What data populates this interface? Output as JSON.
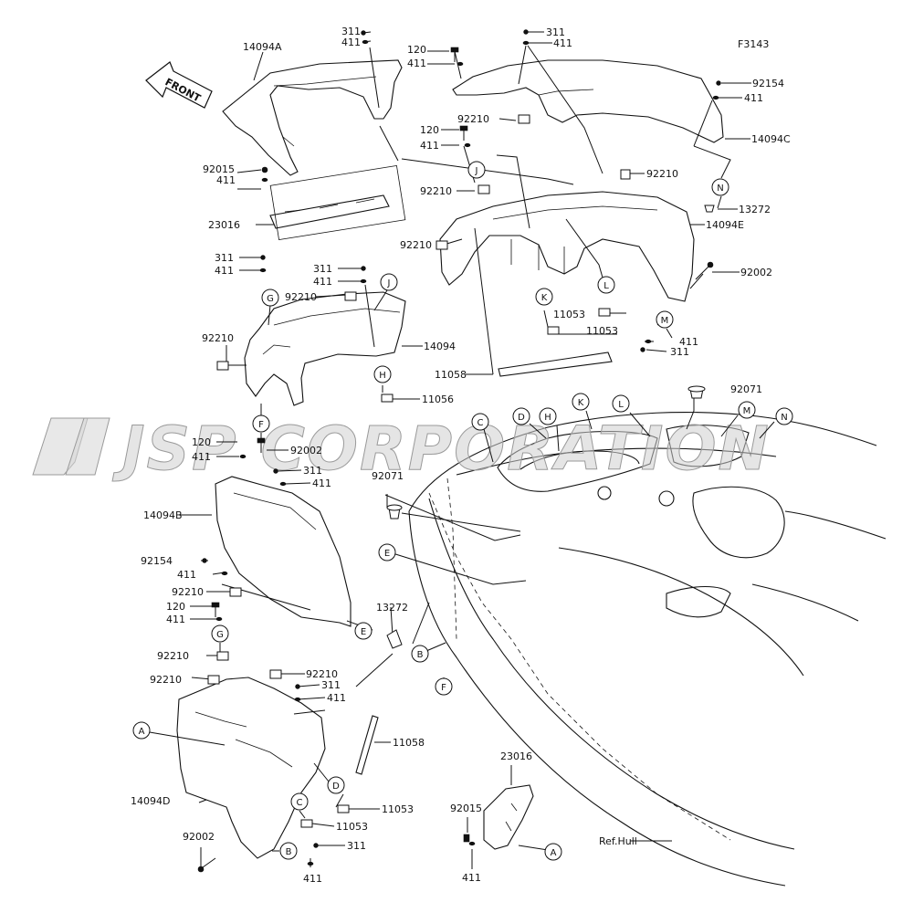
{
  "figure_code": "F3143",
  "front_label": "FRONT",
  "watermark": "JSP CORPORATION",
  "ref_label": "Ref.Hull",
  "part_labels": [
    {
      "id": "p_311_a",
      "text": "311"
    },
    {
      "id": "p_411_a",
      "text": "411"
    },
    {
      "id": "p_14094A",
      "text": "14094A"
    },
    {
      "id": "p_120_a",
      "text": "120"
    },
    {
      "id": "p_411_b",
      "text": "411"
    },
    {
      "id": "p_311_b",
      "text": "311"
    },
    {
      "id": "p_411_c",
      "text": "411"
    },
    {
      "id": "p_92154_a",
      "text": "92154"
    },
    {
      "id": "p_411_d",
      "text": "411"
    },
    {
      "id": "p_92210_a",
      "text": "92210"
    },
    {
      "id": "p_14094C",
      "text": "14094C"
    },
    {
      "id": "p_120_b",
      "text": "120"
    },
    {
      "id": "p_411_e",
      "text": "411"
    },
    {
      "id": "p_92015_a",
      "text": "92015"
    },
    {
      "id": "p_411_f",
      "text": "411"
    },
    {
      "id": "p_92210_b",
      "text": "92210"
    },
    {
      "id": "p_92210_c",
      "text": "92210"
    },
    {
      "id": "p_13272_a",
      "text": "13272"
    },
    {
      "id": "p_23016_a",
      "text": "23016"
    },
    {
      "id": "p_92210_d",
      "text": "92210"
    },
    {
      "id": "p_14094E",
      "text": "14094E"
    },
    {
      "id": "p_311_c",
      "text": "311"
    },
    {
      "id": "p_411_g",
      "text": "411"
    },
    {
      "id": "p_311_d",
      "text": "311"
    },
    {
      "id": "p_411_h",
      "text": "411"
    },
    {
      "id": "p_92002_a",
      "text": "92002"
    },
    {
      "id": "p_92210_e",
      "text": "92210"
    },
    {
      "id": "p_11053_a",
      "text": "11053"
    },
    {
      "id": "p_11053_b",
      "text": "11053"
    },
    {
      "id": "p_92210_f",
      "text": "92210"
    },
    {
      "id": "p_14094",
      "text": "14094"
    },
    {
      "id": "p_411_i",
      "text": "411"
    },
    {
      "id": "p_311_e",
      "text": "311"
    },
    {
      "id": "p_11058_a",
      "text": "11058"
    },
    {
      "id": "p_11056",
      "text": "11056"
    },
    {
      "id": "p_92071_a",
      "text": "92071"
    },
    {
      "id": "p_120_c",
      "text": "120"
    },
    {
      "id": "p_92002_b",
      "text": "92002"
    },
    {
      "id": "p_411_j",
      "text": "411"
    },
    {
      "id": "p_311_f",
      "text": "311"
    },
    {
      "id": "p_411_k",
      "text": "411"
    },
    {
      "id": "p_92071_b",
      "text": "92071"
    },
    {
      "id": "p_14094B",
      "text": "14094B"
    },
    {
      "id": "p_92154_b",
      "text": "92154"
    },
    {
      "id": "p_411_l",
      "text": "411"
    },
    {
      "id": "p_92210_g",
      "text": "92210"
    },
    {
      "id": "p_120_d",
      "text": "120"
    },
    {
      "id": "p_411_m",
      "text": "411"
    },
    {
      "id": "p_13272_b",
      "text": "13272"
    },
    {
      "id": "p_92210_h",
      "text": "92210"
    },
    {
      "id": "p_92210_i",
      "text": "92210"
    },
    {
      "id": "p_92210_j",
      "text": "92210"
    },
    {
      "id": "p_311_g",
      "text": "311"
    },
    {
      "id": "p_411_n",
      "text": "411"
    },
    {
      "id": "p_11058_b",
      "text": "11058"
    },
    {
      "id": "p_14094D",
      "text": "14094D"
    },
    {
      "id": "p_11053_c",
      "text": "11053"
    },
    {
      "id": "p_11053_d",
      "text": "11053"
    },
    {
      "id": "p_92002_c",
      "text": "92002"
    },
    {
      "id": "p_311_h",
      "text": "311"
    },
    {
      "id": "p_411_o",
      "text": "411"
    },
    {
      "id": "p_23016_b",
      "text": "23016"
    },
    {
      "id": "p_92015_b",
      "text": "92015"
    },
    {
      "id": "p_411_p",
      "text": "411"
    }
  ],
  "callouts": [
    {
      "id": "c_J_top",
      "letter": "J"
    },
    {
      "id": "c_N_top",
      "letter": "N"
    },
    {
      "id": "c_G_top",
      "letter": "G"
    },
    {
      "id": "c_J_mid",
      "letter": "J"
    },
    {
      "id": "c_K_top",
      "letter": "K"
    },
    {
      "id": "c_L_top",
      "letter": "L"
    },
    {
      "id": "c_M_top",
      "letter": "M"
    },
    {
      "id": "c_H_left",
      "letter": "H"
    },
    {
      "id": "c_F_left",
      "letter": "F"
    },
    {
      "id": "c_C_hull",
      "letter": "C"
    },
    {
      "id": "c_D_hull",
      "letter": "D"
    },
    {
      "id": "c_H_hull",
      "letter": "H"
    },
    {
      "id": "c_K_hull",
      "letter": "K"
    },
    {
      "id": "c_L_hull",
      "letter": "L"
    },
    {
      "id": "c_M_hull",
      "letter": "M"
    },
    {
      "id": "c_N_hull",
      "letter": "N"
    },
    {
      "id": "c_E_hull",
      "letter": "E"
    },
    {
      "id": "c_E_low",
      "letter": "E"
    },
    {
      "id": "c_G_low",
      "letter": "G"
    },
    {
      "id": "c_B_hull",
      "letter": "B"
    },
    {
      "id": "c_F_hull",
      "letter": "F"
    },
    {
      "id": "c_A_low",
      "letter": "A"
    },
    {
      "id": "c_D_low",
      "letter": "D"
    },
    {
      "id": "c_C_low",
      "letter": "C"
    },
    {
      "id": "c_B_low",
      "letter": "B"
    },
    {
      "id": "c_A_bottom",
      "letter": "A"
    }
  ]
}
